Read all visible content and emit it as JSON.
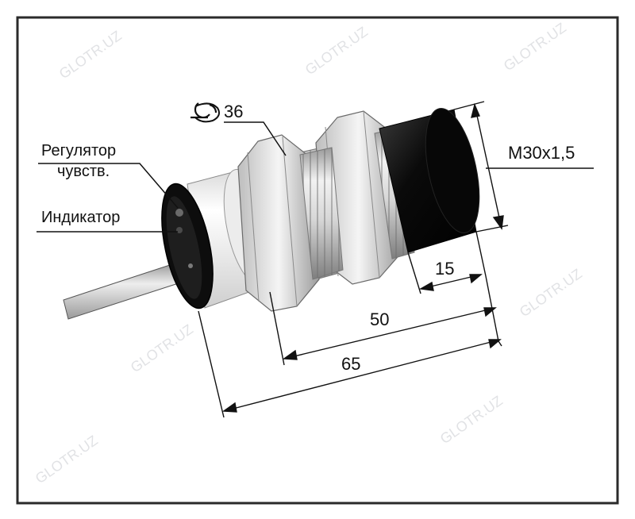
{
  "labels": {
    "sensitivity_regulator": [
      "Регулятор",
      "чувств."
    ],
    "indicator": "Индикатор",
    "wrench_size": "36",
    "thread": "M30x1,5",
    "sensing_length": "15",
    "thread_length": "50",
    "total_length": "65"
  },
  "watermark": "GLOTR.UZ",
  "colors": {
    "frame": "#2a2a2a",
    "body_white": "#f4f4f4",
    "sensing_face": "#0c0c0c",
    "dimension_line": "#222222"
  }
}
